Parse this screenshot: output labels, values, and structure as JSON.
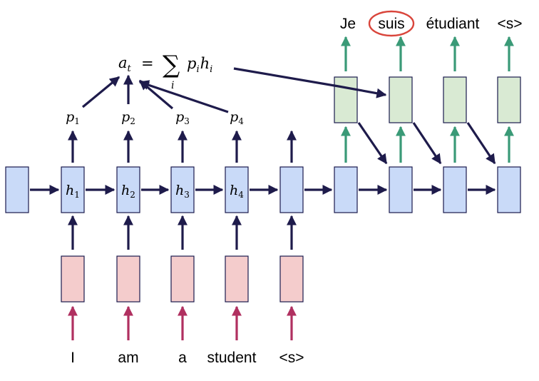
{
  "input_tokens": [
    "I",
    "am",
    "a",
    "student",
    "<s>"
  ],
  "output_tokens": [
    "Je",
    "suis",
    "étudiant",
    "<s>"
  ],
  "highlighted_output_index": 1,
  "hidden_labels": [
    {
      "base": "h",
      "sub": "1"
    },
    {
      "base": "h",
      "sub": "2"
    },
    {
      "base": "h",
      "sub": "3"
    },
    {
      "base": "h",
      "sub": "4"
    }
  ],
  "attention_labels": [
    {
      "base": "p",
      "sub": "1"
    },
    {
      "base": "p",
      "sub": "2"
    },
    {
      "base": "p",
      "sub": "3"
    },
    {
      "base": "p",
      "sub": "4"
    }
  ],
  "context_formula": {
    "lhs_base": "a",
    "lhs_sub": "t",
    "equals": "=",
    "sum_symbol": "∑",
    "sum_index": "i",
    "term_p": "p",
    "term_p_sub": "i",
    "term_h": "h",
    "term_h_sub": "i"
  },
  "colors": {
    "encoder_hidden_fill": "#c9daf8",
    "decoder_hidden_fill": "#c9daf8",
    "embedding_fill": "#f4cccc",
    "output_layer_fill": "#d9ead3",
    "box_stroke": "#1a1a4d",
    "arrow_navy": "#1e1b4b",
    "arrow_input": "#b03060",
    "arrow_output": "#3a9a77",
    "highlight_ellipse": "#d9453b"
  }
}
